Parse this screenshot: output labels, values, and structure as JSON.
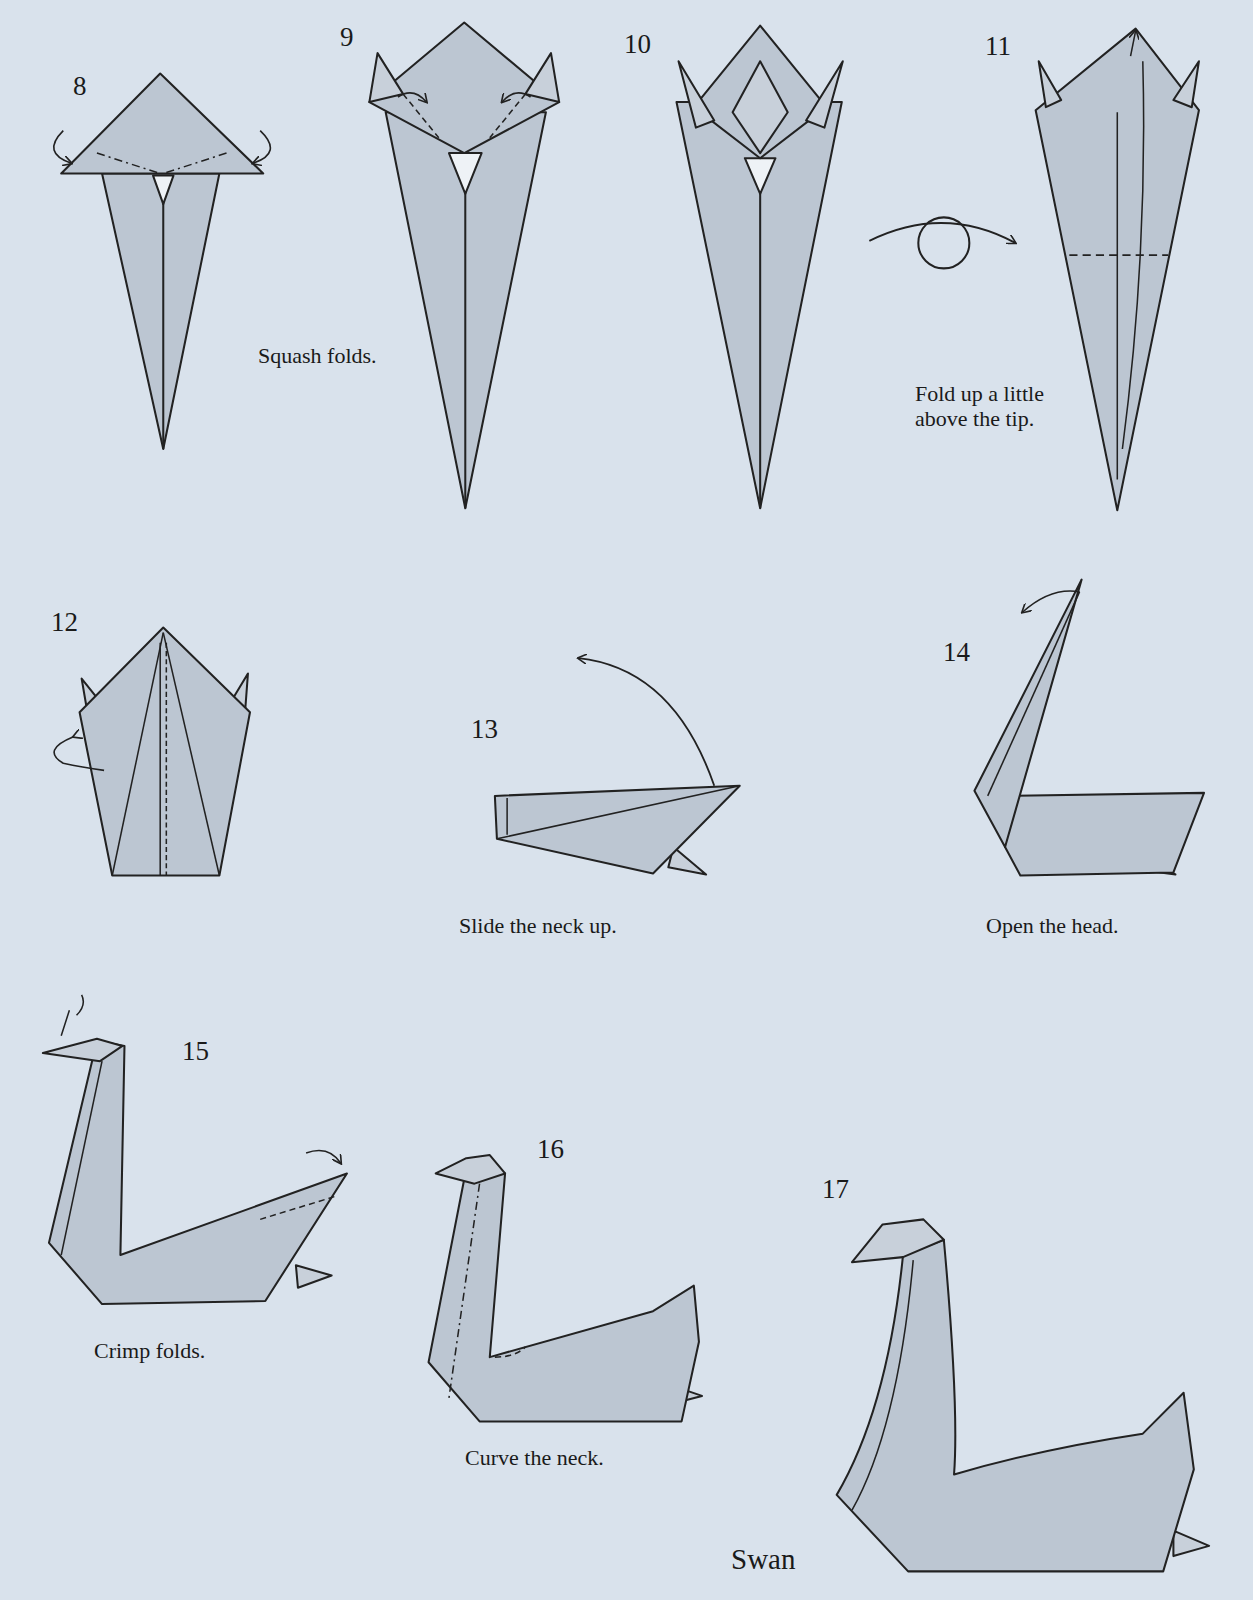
{
  "diagram": {
    "labels": [
      "8",
      "9",
      "10",
      "11",
      "12",
      "13",
      "14",
      "15",
      "16",
      "17",
      "Squash folds.",
      "Fold up a little above the tip.",
      "Slide the neck up.",
      "Open the head.",
      "Crimp folds.",
      "Curve the neck.",
      "Swan"
    ]
  }
}
